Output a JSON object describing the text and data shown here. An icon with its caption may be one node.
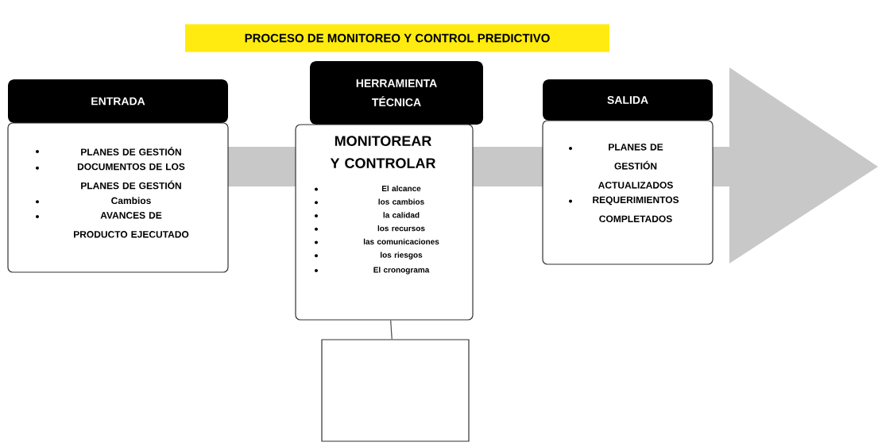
{
  "diagram": {
    "title": "PROCESO DE MONITOREO Y CONTROL PREDICTIVO",
    "nodes": [
      {
        "text": [
          "ENTRADA",
          "PLANES DE GESTIÓN",
          "DOCUMENTOS DE LOS PLANES DE GESTIÓN",
          "Cambios",
          "AVANCES DE PRODUCTO EJECUTADO"
        ]
      },
      {
        "text": [
          "HERRAMIENTA TÉCNICA",
          "MONITOREAR Y CONTROLAR",
          "El alcance",
          "los cambios",
          "la calidad",
          "los recursos",
          "las comunicaciones",
          "los riesgos",
          "El cronograma"
        ]
      },
      {
        "text": [
          "SALIDA",
          "PLANES DE GESTIÓN ACTUALIZADOS",
          "REQUERIMIENTOS COMPLETADOS"
        ]
      },
      {
        "text": [],
        "shape": "box"
      }
    ],
    "edges": [
      {
        "from": 1,
        "to": 3,
        "arrow": "none"
      }
    ]
  }
}
